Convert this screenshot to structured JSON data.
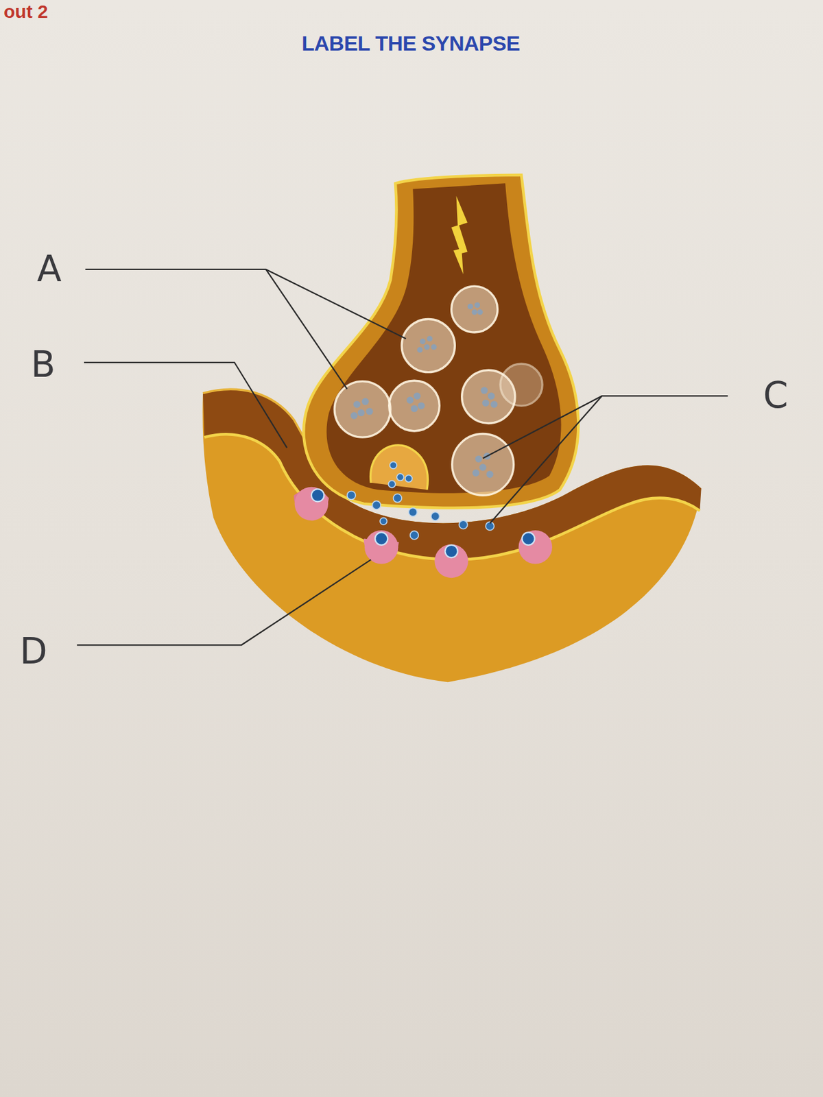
{
  "diagram": {
    "title": "LABEL THE SYNAPSE",
    "labels": [
      "out 2",
      "A",
      "B",
      "C",
      "D"
    ]
  }
}
